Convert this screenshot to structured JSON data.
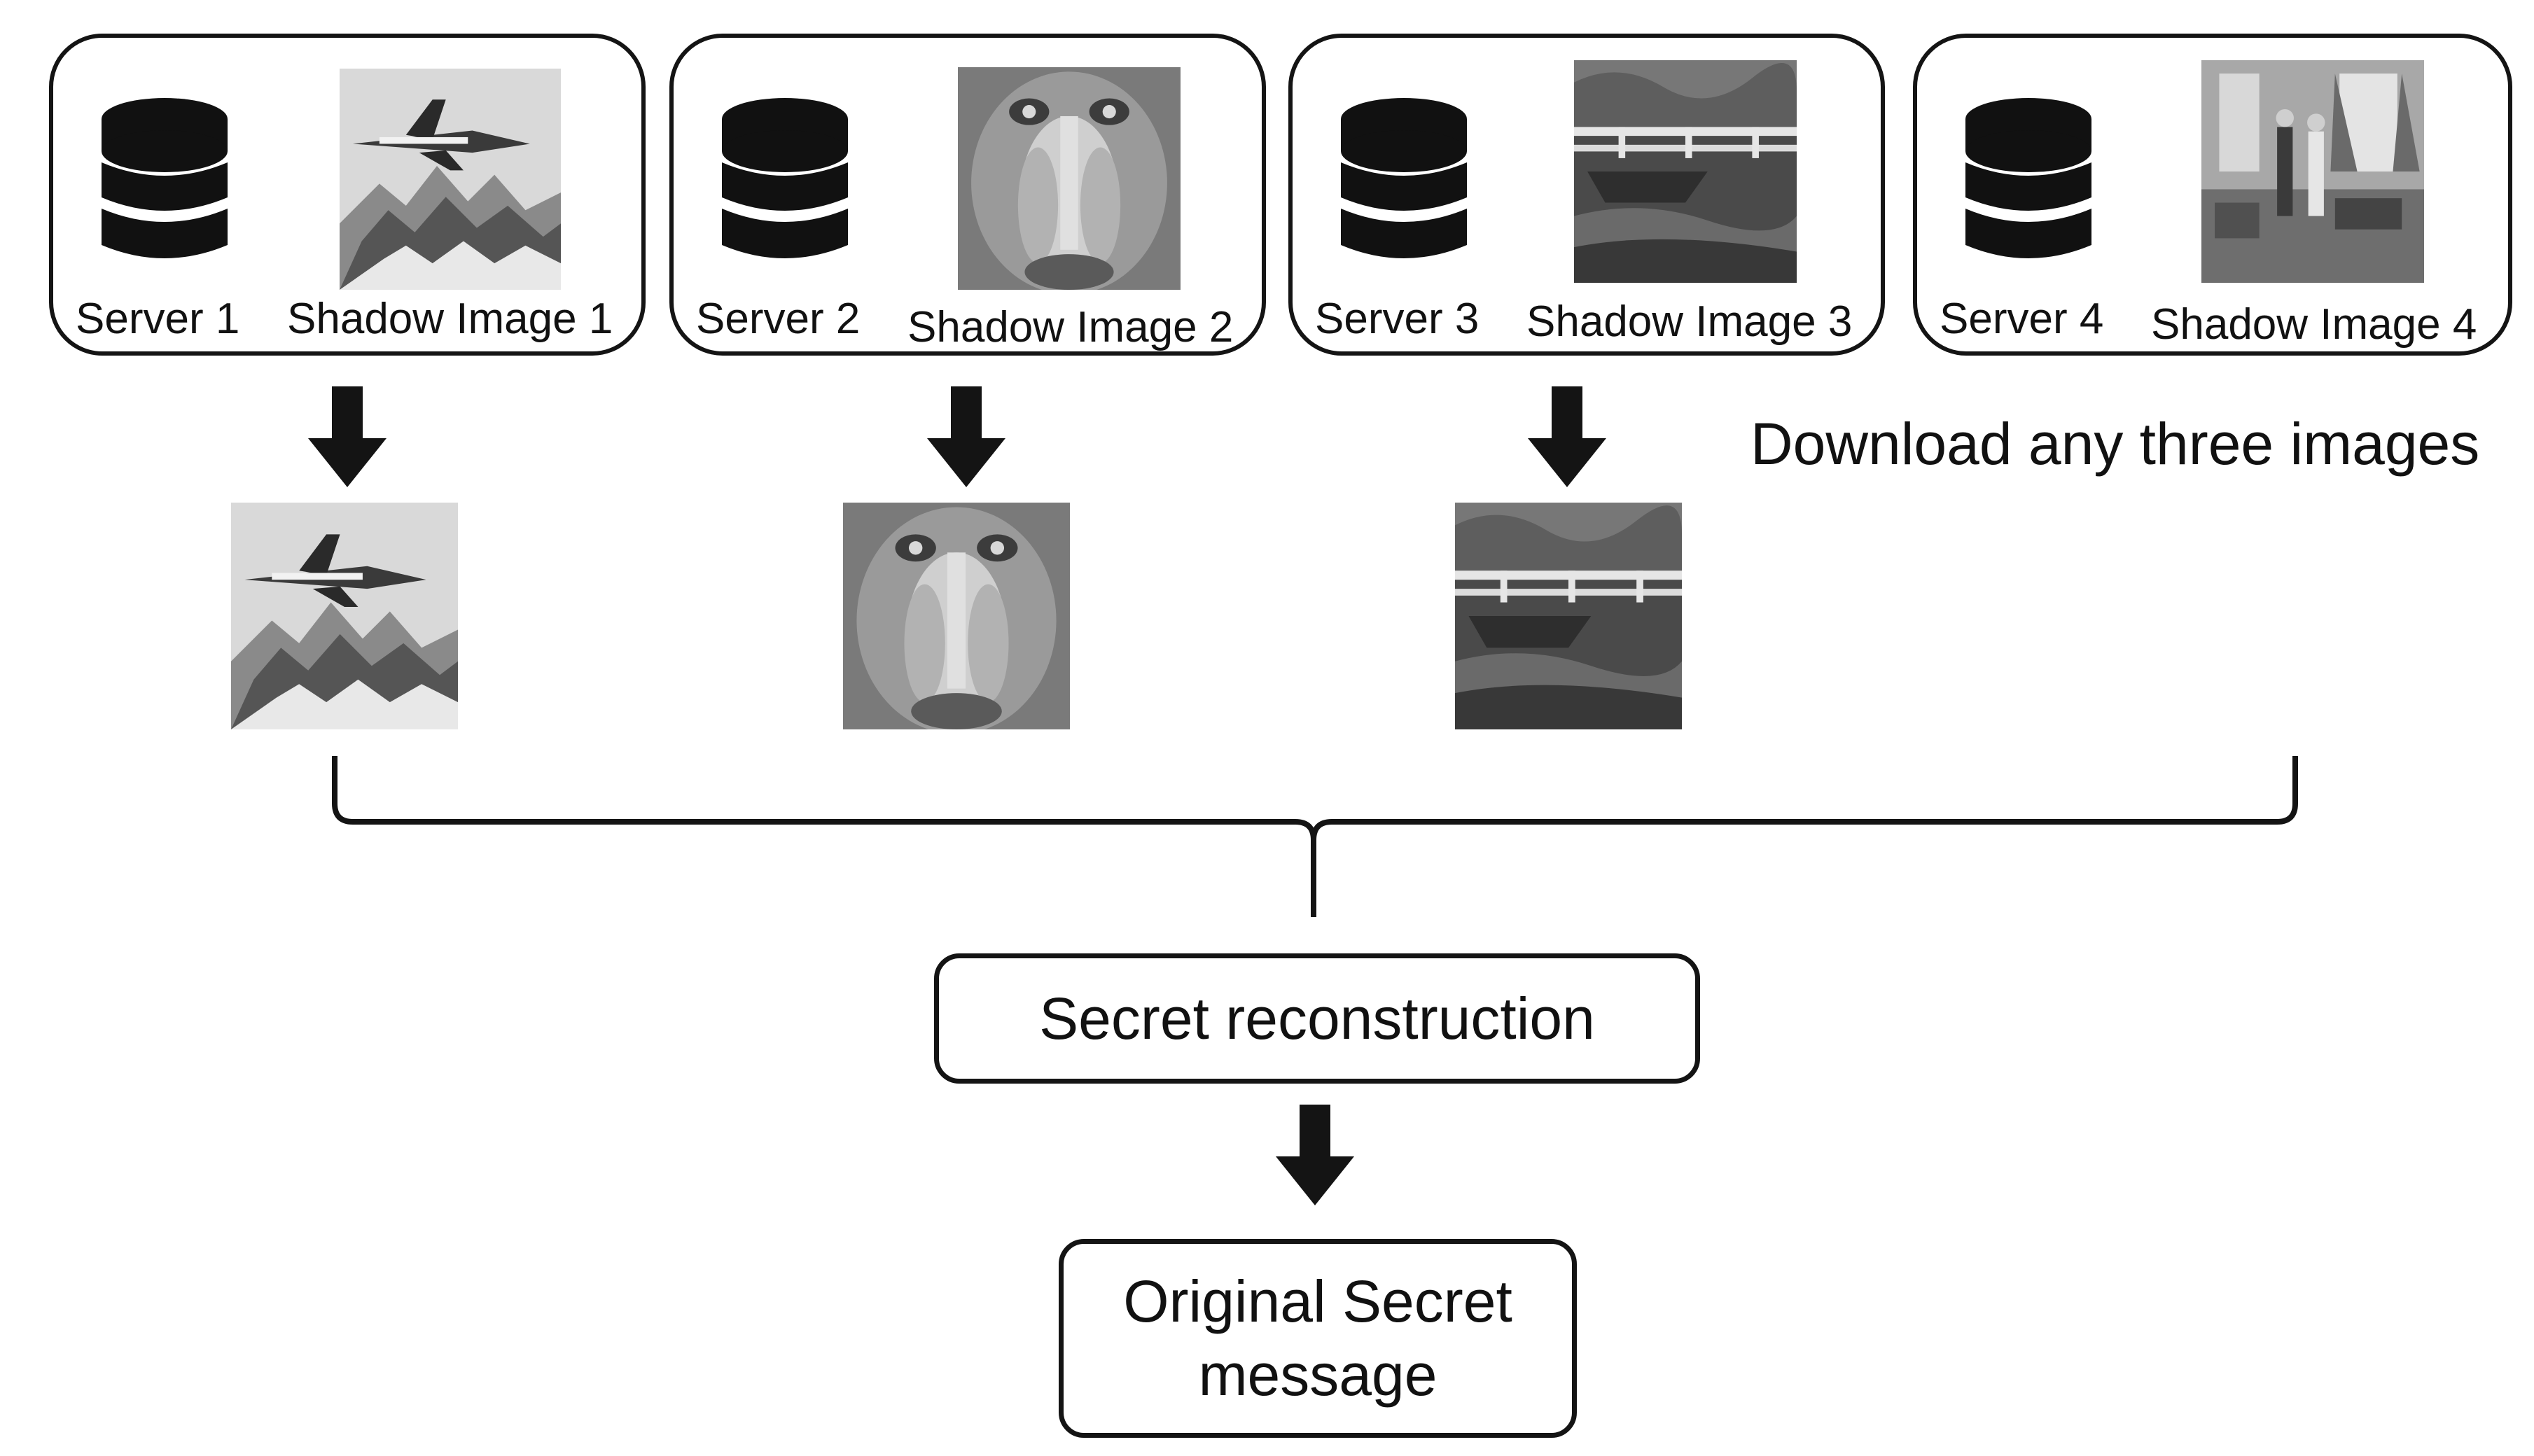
{
  "servers": [
    {
      "server_label": "Server 1",
      "shadow_label": "Shadow Image 1",
      "image": "fighter-jet-icon"
    },
    {
      "server_label": "Server 2",
      "shadow_label": "Shadow Image 2",
      "image": "mandrill-icon"
    },
    {
      "server_label": "Server 3",
      "shadow_label": "Shadow Image 3",
      "image": "bridge-boat-icon"
    },
    {
      "server_label": "Server 4",
      "shadow_label": "Shadow Image 4",
      "image": "interior-room-icon"
    }
  ],
  "download_caption": "Download any three images",
  "reconstruction_label": "Secret reconstruction",
  "secret_label": "Original Secret message"
}
